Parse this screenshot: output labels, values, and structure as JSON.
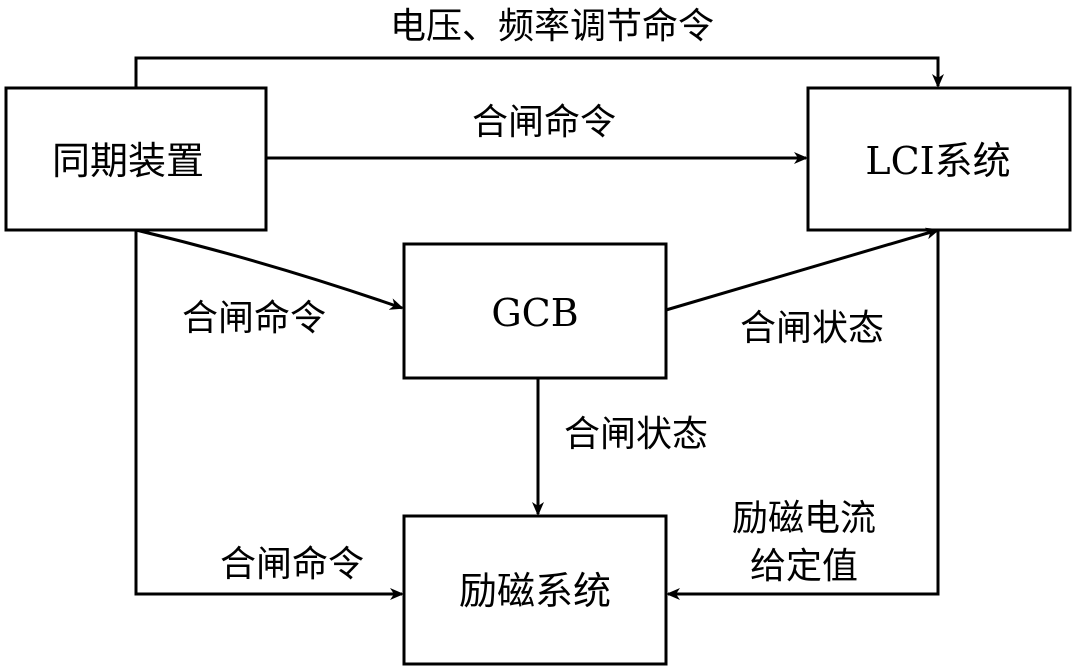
{
  "nodes": {
    "sync": "同期装置",
    "lci": "LCI系统",
    "gcb": "GCB",
    "exc": "励磁系统"
  },
  "edges": {
    "sync_to_lci_top": "电压、频率调节命令",
    "sync_to_lci_close": "合闸命令",
    "sync_to_gcb_close": "合闸命令",
    "gcb_to_lci_status": "合闸状态",
    "gcb_to_exc_status": "合闸状态",
    "sync_to_exc_close": "合闸命令",
    "lci_to_exc_line1": "励磁电流",
    "lci_to_exc_line2": "给定值"
  }
}
